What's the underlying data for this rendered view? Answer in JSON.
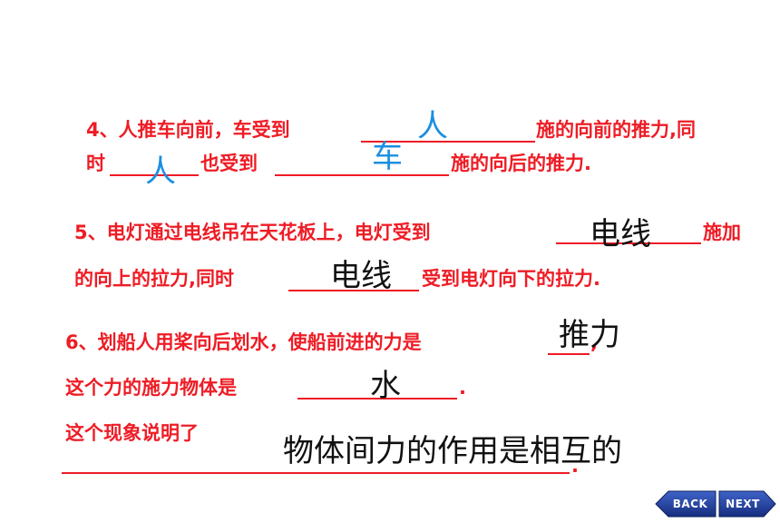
{
  "q4": {
    "line1_prefix": "4、人推车向前，车受到",
    "line1_suffix": "施的向前的推力,同",
    "line2_prefix": "时",
    "line2_middle": "也受到",
    "line2_suffix": "施的向后的推力.",
    "answer1": "人",
    "answer2": "人",
    "answer3": "车"
  },
  "q5": {
    "line1_prefix": "5、电灯通过电线吊在天花板上，电灯受到",
    "line1_suffix": "施加",
    "line2_prefix": "的向上的拉力,同时",
    "line2_suffix": "受到电灯向下的拉力.",
    "answer1": "电线",
    "answer2": "电线"
  },
  "q6": {
    "line1": "6、划船人用桨向后划水，使船前进的力是",
    "line1_end": ",",
    "line2": "这个力的施力物体是",
    "line2_end": ".",
    "line3": "这个现象说明了",
    "line4_end": ".",
    "answer1": "推力",
    "answer2": "水",
    "answer3": "物体间力的作用是相互的"
  },
  "nav": {
    "back_label": "BACK",
    "next_label": "NEXT",
    "button_color": "#1f3fa0"
  }
}
